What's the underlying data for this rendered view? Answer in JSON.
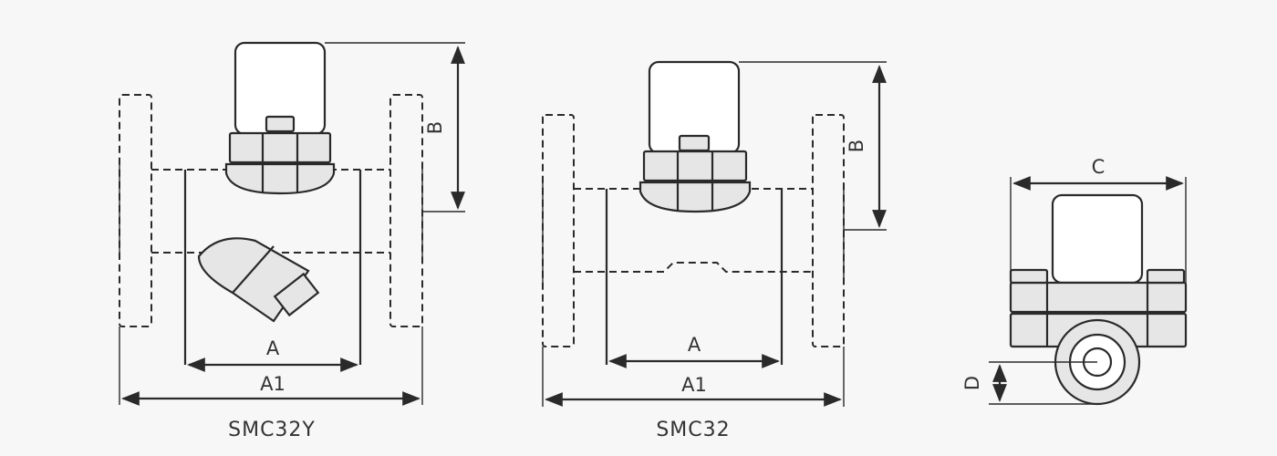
{
  "views": {
    "smc32y": {
      "caption": "SMC32Y",
      "dim_a": "A",
      "dim_a1": "A1",
      "dim_b": "B"
    },
    "smc32": {
      "caption": "SMC32",
      "dim_a": "A",
      "dim_a1": "A1",
      "dim_b": "B"
    },
    "side": {
      "dim_c": "C",
      "dim_d": "D"
    }
  }
}
